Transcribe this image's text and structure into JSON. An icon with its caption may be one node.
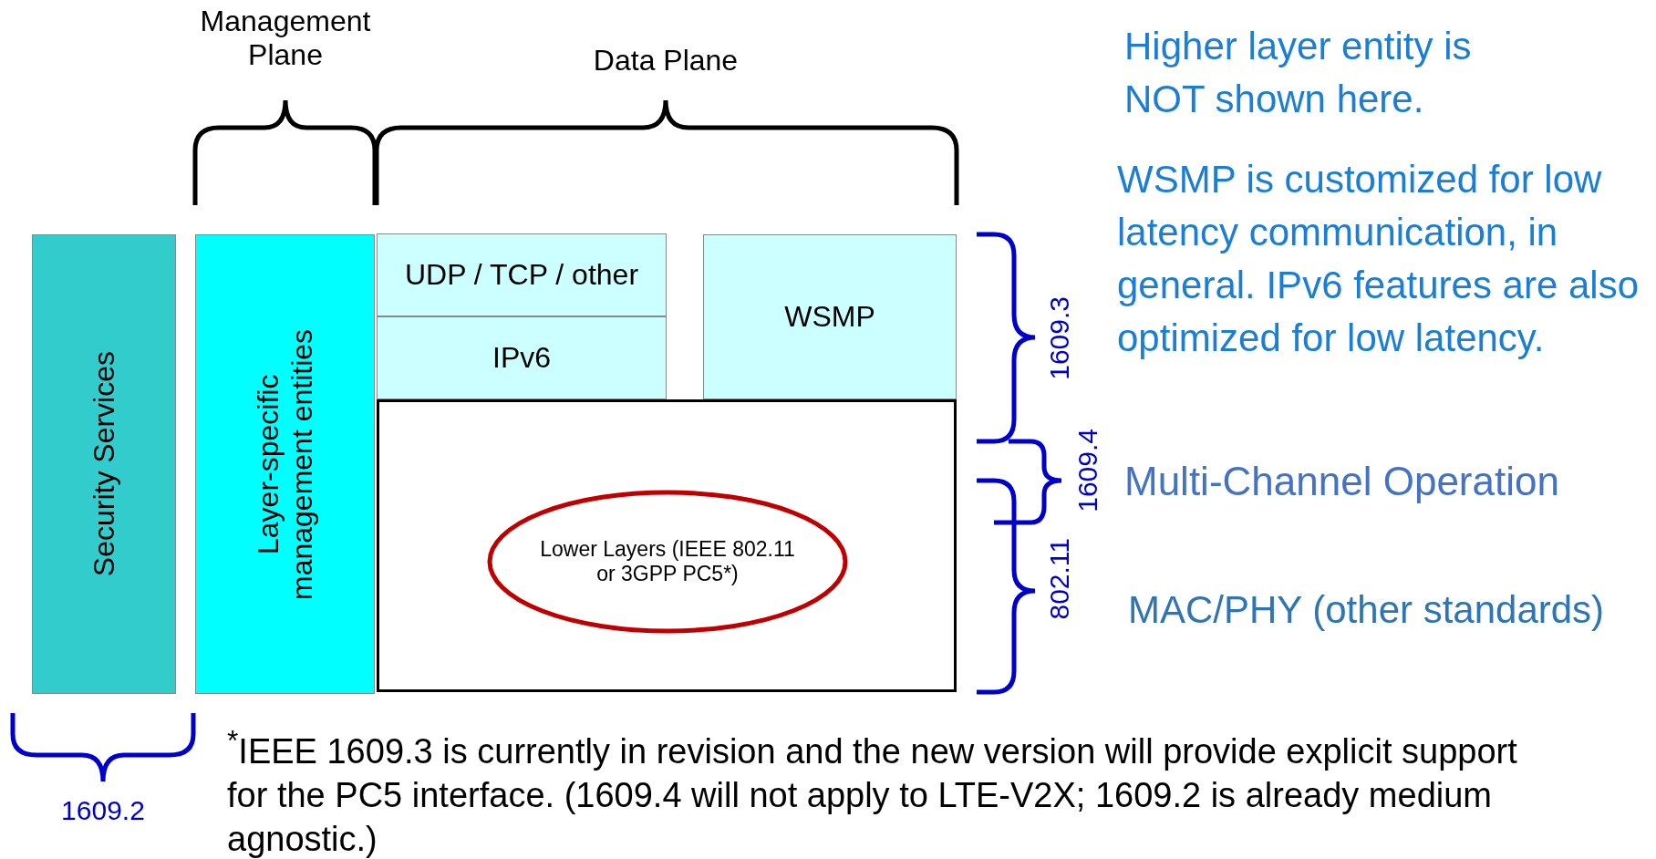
{
  "diagram": {
    "nodes": [
      {
        "text": [
          "Security Services"
        ]
      },
      {
        "text": [
          "Layer-specific management entities"
        ]
      },
      {
        "text": [
          "UDP / TCP / other"
        ]
      },
      {
        "text": [
          "IPv6"
        ]
      },
      {
        "text": [
          "WSMP"
        ]
      },
      {
        "text": [],
        "shape": "box"
      },
      {
        "text": [
          "Lower Layers (IEEE 802.11 or 3GPP PC5*)"
        ],
        "in": 5
      }
    ],
    "labels": [
      "Management Plane",
      "Data Plane",
      "Higher layer entity is NOT shown here.",
      "WSMP is customized for low latency communication, in general. IPv6 features are also optimized for low latency.",
      "1609.3",
      "1609.4",
      "Multi-Channel Operation",
      "802.11",
      "MAC/PHY (other standards)",
      "1609.2",
      "$^{*}$IEEE 1609.3 is currently in revision and the new version will provide explicit support for the PC5 interface. (1609.4 will not apply to LTE-V2X; 1609.2 is already medium agnostic.)"
    ]
  }
}
